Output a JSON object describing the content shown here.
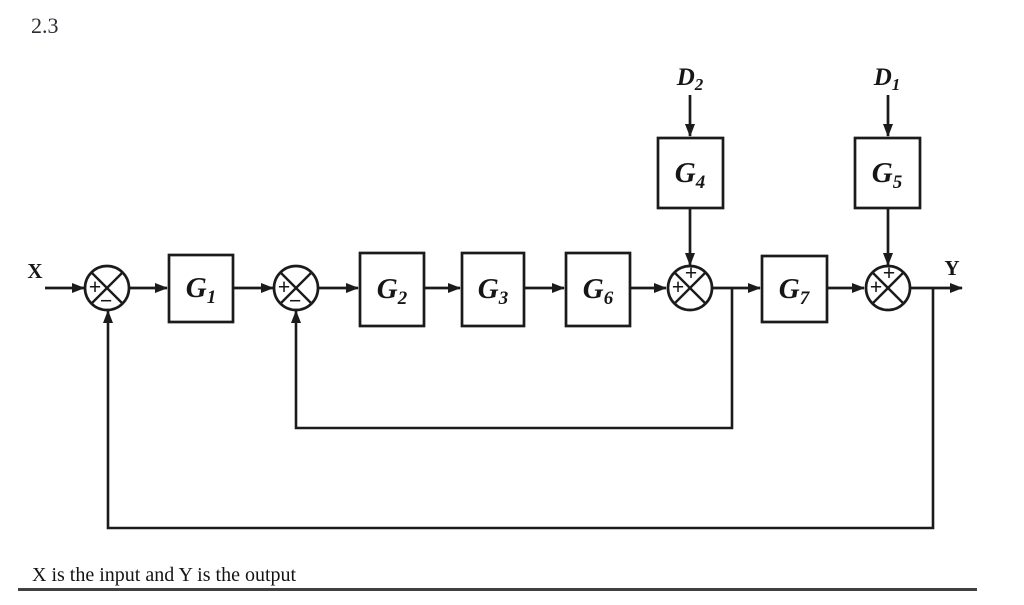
{
  "header": {
    "section_number": "2.3"
  },
  "footer": {
    "caption": "X is the input and Y is the output"
  },
  "colors": {
    "ink": "#1b1b1b",
    "rule": "#414141",
    "background": "#ffffff"
  },
  "diagram": {
    "input_label": "X",
    "output_label": "Y",
    "blocks": {
      "g1": {
        "main": "G",
        "sub": "1"
      },
      "g2": {
        "main": "G",
        "sub": "2"
      },
      "g3": {
        "main": "G",
        "sub": "3"
      },
      "g6": {
        "main": "G",
        "sub": "6"
      },
      "g7": {
        "main": "G",
        "sub": "7"
      },
      "g4": {
        "main": "G",
        "sub": "4"
      },
      "g5": {
        "main": "G",
        "sub": "5"
      }
    },
    "disturbances": {
      "d2": {
        "main": "D",
        "sub": "2"
      },
      "d1": {
        "main": "D",
        "sub": "1"
      }
    },
    "junctions": {
      "j1": {
        "left": "+",
        "bottom": "−"
      },
      "j2": {
        "left": "+",
        "bottom": "−"
      },
      "j3": {
        "left": "+",
        "top": "+"
      },
      "j4": {
        "left": "+",
        "top": "+"
      }
    }
  }
}
